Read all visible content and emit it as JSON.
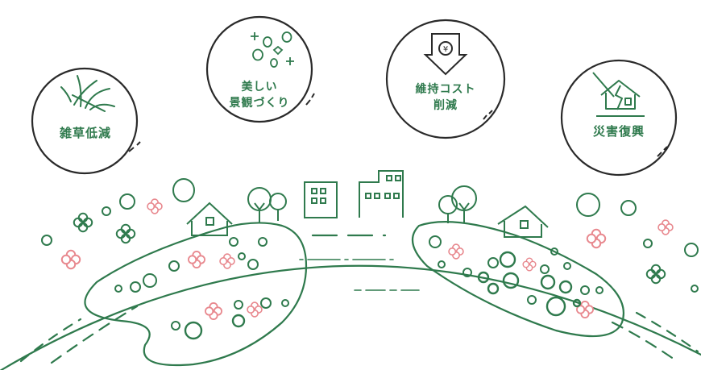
{
  "colors": {
    "green": "#2f7a4d",
    "dark": "#2a2a2a",
    "pink": "#e8888e",
    "background": "#ffffff"
  },
  "benefits": [
    {
      "id": "weed",
      "lines": [
        "雑草低減"
      ],
      "icon": "grass-icon"
    },
    {
      "id": "landscape",
      "lines": [
        "美しい",
        "景観づくり"
      ],
      "icon": "sparkle-flowers-icon"
    },
    {
      "id": "cost",
      "lines": [
        "維持コスト",
        "削減"
      ],
      "icon": "yen-down-arrow-icon"
    },
    {
      "id": "disaster",
      "lines": [
        "災害復興"
      ],
      "icon": "broken-house-icon"
    }
  ],
  "illustration": {
    "description_icons": [
      "house-icon",
      "building-icon",
      "tree-icon",
      "flower-icon",
      "shrub-icon"
    ]
  }
}
